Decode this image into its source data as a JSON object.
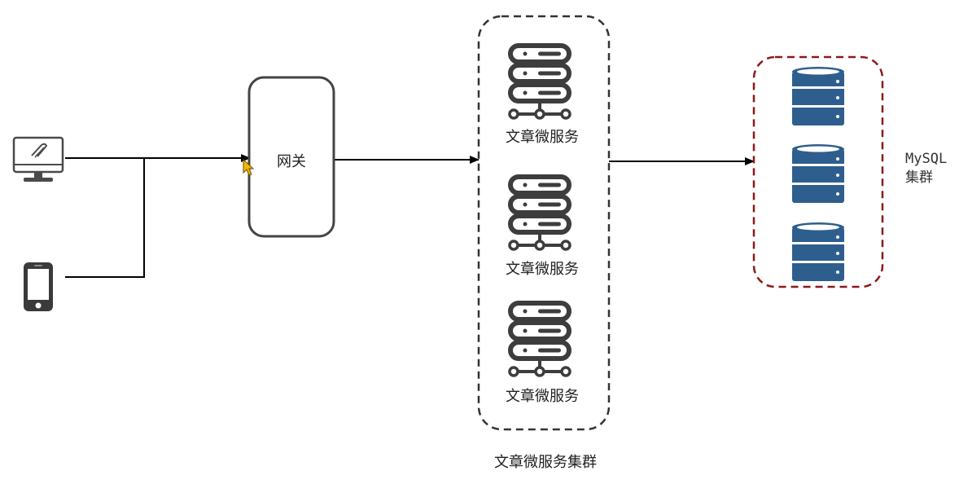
{
  "gateway": {
    "label": "网关"
  },
  "services": [
    {
      "label": "文章微服务"
    },
    {
      "label": "文章微服务"
    },
    {
      "label": "文章微服务"
    }
  ],
  "service_cluster": {
    "label": "文章微服务集群"
  },
  "mysql_cluster": {
    "line1": "MySQL",
    "line2": "集群"
  },
  "colors": {
    "line": "#000000",
    "box_stroke": "#444444",
    "server_icon": "#3d3d3d",
    "db_icon": "#2e5e8e",
    "db_cluster_border": "#8b1a1a",
    "cursor": "#f5b800"
  },
  "icons": [
    "desktop-monitor-icon",
    "mobile-phone-icon",
    "server-network-icon",
    "database-icon",
    "mouse-cursor-icon"
  ]
}
